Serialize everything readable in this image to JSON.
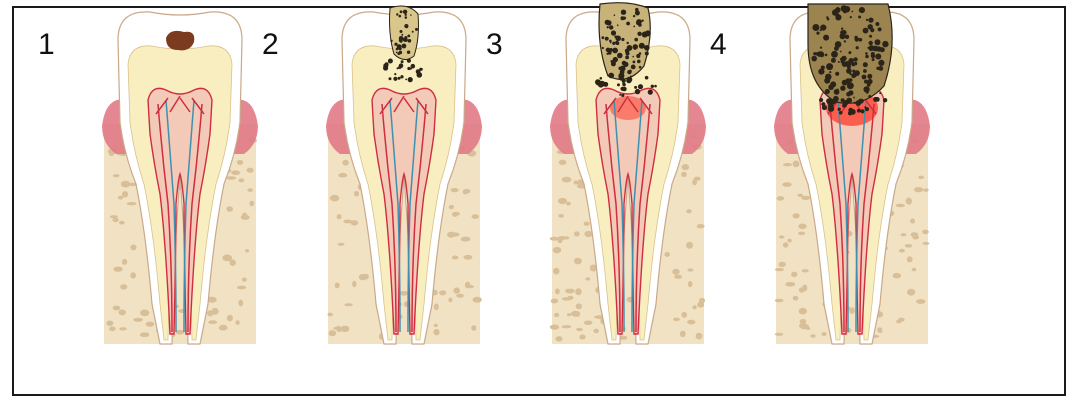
{
  "stages": [
    {
      "number": "1",
      "decay": "enamel",
      "pulp_inflamed": false
    },
    {
      "number": "2",
      "decay": "enamel-dentin",
      "pulp_inflamed": false
    },
    {
      "number": "3",
      "decay": "dentin",
      "pulp_inflamed": true
    },
    {
      "number": "4",
      "decay": "pulp",
      "pulp_inflamed": true
    }
  ],
  "colors": {
    "enamel": "#ffffff",
    "dentin": "#f8eec0",
    "pulp": "#f3c9b8",
    "gum": "#e17a86",
    "bone": "#f1e2c4",
    "bone_cells": "#d8bf98",
    "nerve_red": "#cf2e3f",
    "nerve_blue": "#3f8fb0",
    "decay_dark": "#2b2418",
    "decay_brown": "#7a3b1e",
    "inflamed": "#ff3a2a"
  }
}
